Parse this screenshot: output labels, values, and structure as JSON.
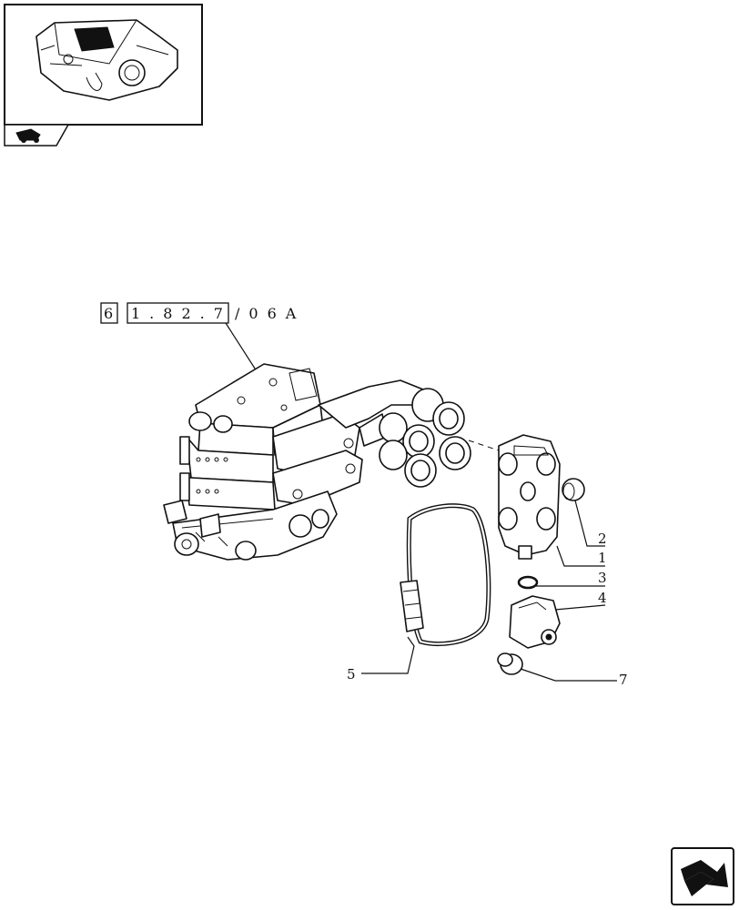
{
  "reference_code": {
    "section": "6",
    "number": "1.82.7",
    "suffix": "/06A"
  },
  "callouts": [
    {
      "id": "2",
      "label": "2"
    },
    {
      "id": "1",
      "label": "1"
    },
    {
      "id": "3",
      "label": "3"
    },
    {
      "id": "4",
      "label": "4"
    },
    {
      "id": "5",
      "label": "5"
    },
    {
      "id": "7",
      "label": "7"
    }
  ],
  "icons": {
    "thumbnail": "valve-assembly-thumbnail-icon",
    "nav_corner": "page-arrow-icon",
    "tag": "tractor-badge-icon"
  }
}
